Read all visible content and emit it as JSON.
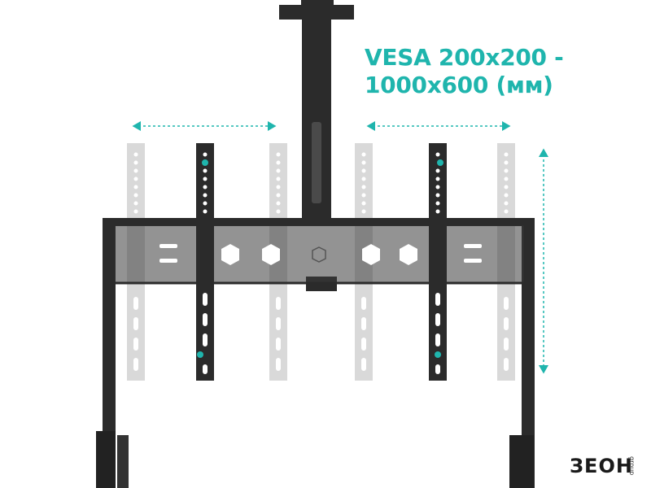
{
  "caption": {
    "line1": "VESA 200x200 -",
    "line2": "1000x600 (мм)"
  },
  "logo": {
    "text": "ЗЕОН",
    "sub": "group"
  },
  "colors": {
    "accent": "#1fb5ad",
    "frame": "#2b2b2b",
    "ghost": "#d6d6d6",
    "plate": "#3a3a3a"
  },
  "icons": [
    "horizontal-range-arrow",
    "vertical-range-arrow",
    "brand-mark-icon"
  ]
}
